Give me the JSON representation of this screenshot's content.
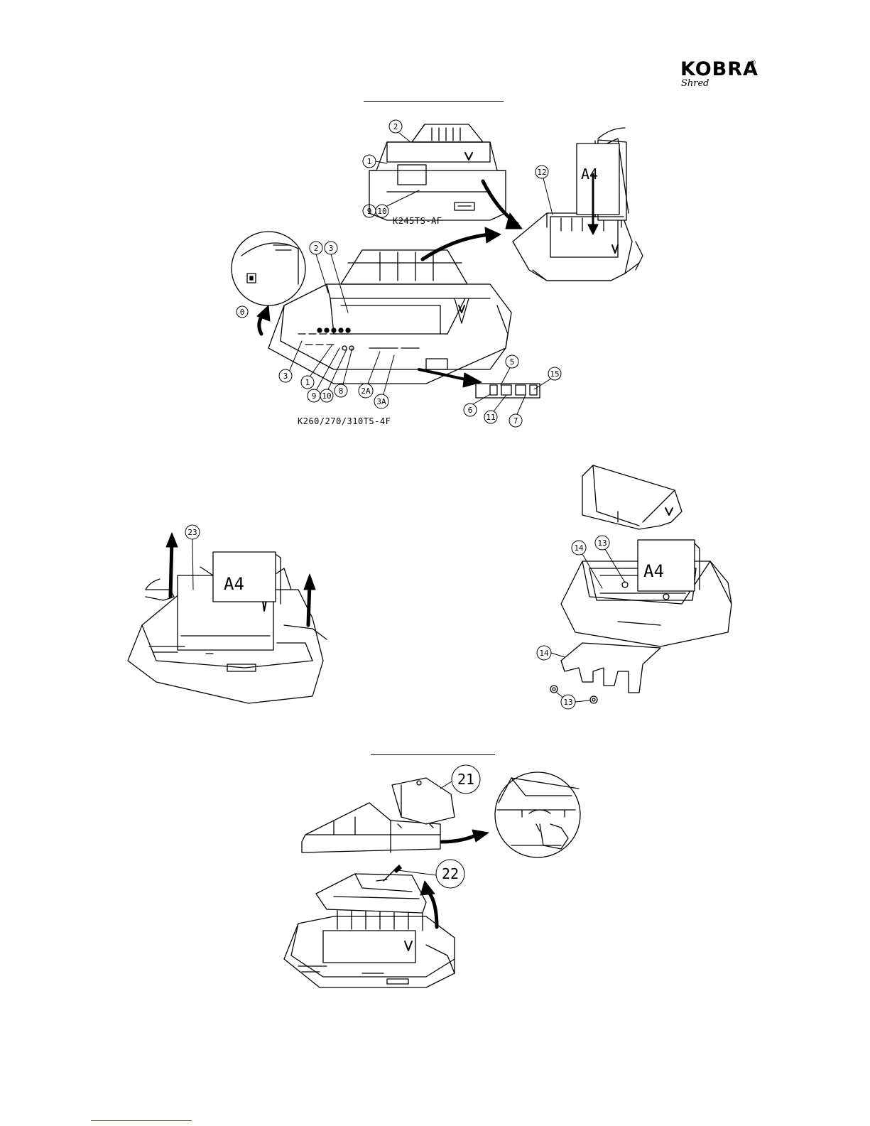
{
  "brand": {
    "name": "KOBRA",
    "sub": "Shred",
    "reg": "®"
  },
  "models": {
    "small": "K245TS-AF",
    "large": "K260/270/310TS-4F"
  },
  "paper_label": "A4",
  "callouts": {
    "small": [
      "2",
      "1",
      "9",
      "10"
    ],
    "large": [
      "2",
      "3",
      "3",
      "1",
      "9",
      "10",
      "8",
      "2A",
      "3A",
      "0"
    ],
    "panel": [
      "5",
      "15",
      "6",
      "11",
      "7"
    ],
    "top_right": [
      "12"
    ],
    "mid_left": [
      "23"
    ],
    "mid_right": [
      "14",
      "13",
      "14",
      "13"
    ],
    "bottom": [
      "21",
      "22"
    ]
  }
}
